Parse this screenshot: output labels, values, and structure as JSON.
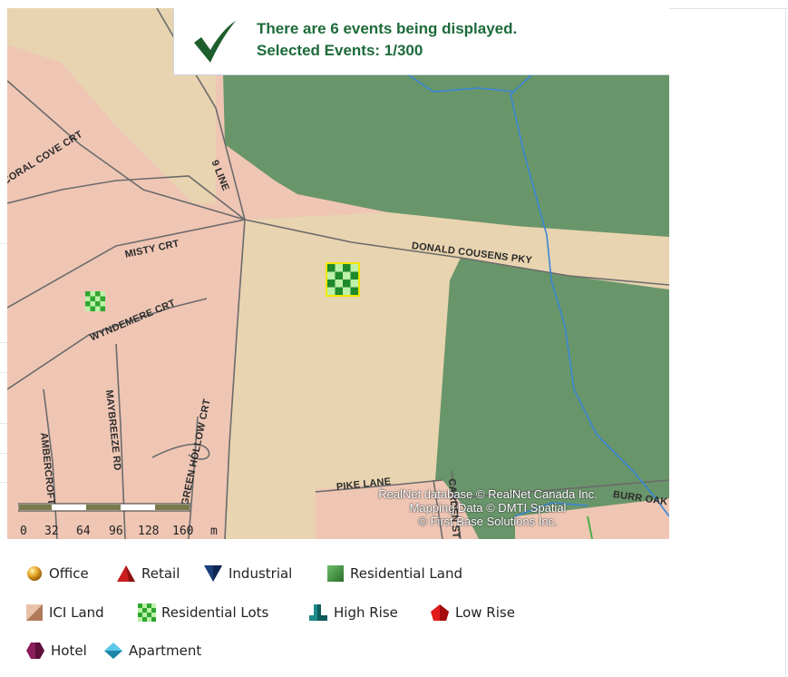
{
  "banner": {
    "line1": "There are 6 events being displayed.",
    "line2": "Selected Events: 1/300",
    "icon": "checkmark-icon"
  },
  "map": {
    "road_labels": {
      "coral_cove": "CORAL COVE CRT",
      "nine_line": "9 LINE",
      "misty": "MISTY CRT",
      "donald": "DONALD COUSENS PKY",
      "wyndemere": "WYNDEMERE CRT",
      "maybreeze": "MAYBREEZE RD",
      "green_hollow": "GREEN HOLLOW CRT",
      "ambercroft": "AMBERCROFT",
      "pike": "PIKE LANE",
      "carden": "CARDEN ST",
      "burr_oak": "BURR OAK AV"
    },
    "scale": {
      "labels": [
        "0",
        "32",
        "64",
        "96",
        "128",
        "160",
        "m"
      ]
    },
    "credit": {
      "line1": "RealNet database © RealNet Canada Inc.",
      "line2": "Mapping Data © DMTI Spatial",
      "line3": "© First Base Solutions Inc."
    },
    "events": [
      {
        "type": "Residential Lots",
        "selected": true
      },
      {
        "type": "Residential Lots",
        "selected": false
      }
    ],
    "colors": {
      "residential_pink": "#efc6b4",
      "beige": "#e8d4b0",
      "park_green": "#69956a",
      "water": "#3a86d6",
      "road": "#6b6b6b",
      "banner_text": "#1d6a3a",
      "selection": "#f2e600"
    }
  },
  "legend": {
    "items": [
      {
        "label": "Office",
        "icon": "office-sphere-icon",
        "color": "#e6a92a"
      },
      {
        "label": "Retail",
        "icon": "retail-triangle-icon",
        "color": "#c81e1e"
      },
      {
        "label": "Industrial",
        "icon": "industrial-inverted-triangle-icon",
        "color": "#1c3e7a"
      },
      {
        "label": "Residential Land",
        "icon": "residential-land-square-icon",
        "color": "#3c8a3c"
      },
      {
        "label": "ICI Land",
        "icon": "ici-land-square-icon",
        "color": "#d9a88a"
      },
      {
        "label": "Residential Lots",
        "icon": "residential-lots-checker-icon",
        "color": "#2fa62f"
      },
      {
        "label": "High Rise",
        "icon": "high-rise-building-icon",
        "color": "#1e8a8a"
      },
      {
        "label": "Low Rise",
        "icon": "low-rise-house-icon",
        "color": "#e01a1a"
      },
      {
        "label": "Hotel",
        "icon": "hotel-hexagon-icon",
        "color": "#8a1e5a"
      },
      {
        "label": "Apartment",
        "icon": "apartment-diamond-icon",
        "color": "#2aa6c8"
      }
    ]
  }
}
